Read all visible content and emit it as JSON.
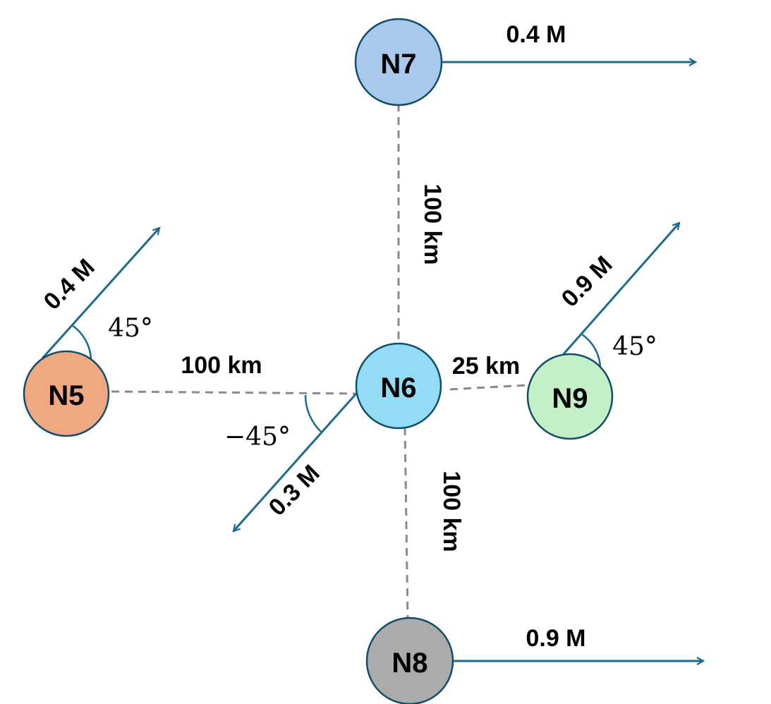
{
  "nodes": {
    "n5": {
      "label": "N5",
      "color": "#f0a882"
    },
    "n6": {
      "label": "N6",
      "color": "#93dcf6"
    },
    "n7": {
      "label": "N7",
      "color": "#a8c8ec"
    },
    "n8": {
      "label": "N8",
      "color": "#ababab"
    },
    "n9": {
      "label": "N9",
      "color": "#c4f0c8"
    }
  },
  "distances": {
    "n5_n6": "100 km",
    "n6_n7": "100 km",
    "n6_n8": "100 km",
    "n6_n9": "25 km"
  },
  "velocities": {
    "n5": "0.4 M",
    "n6": "0.3 M",
    "n7": "0.4 M",
    "n8": "0.9 M",
    "n9": "0.9 M"
  },
  "angles": {
    "n5": "45°",
    "n6": "−45°",
    "n9": "45°"
  },
  "colors": {
    "arrow": "#1c6a8c",
    "dash": "#8a8a8a",
    "node_border": "#0f4d6b"
  }
}
